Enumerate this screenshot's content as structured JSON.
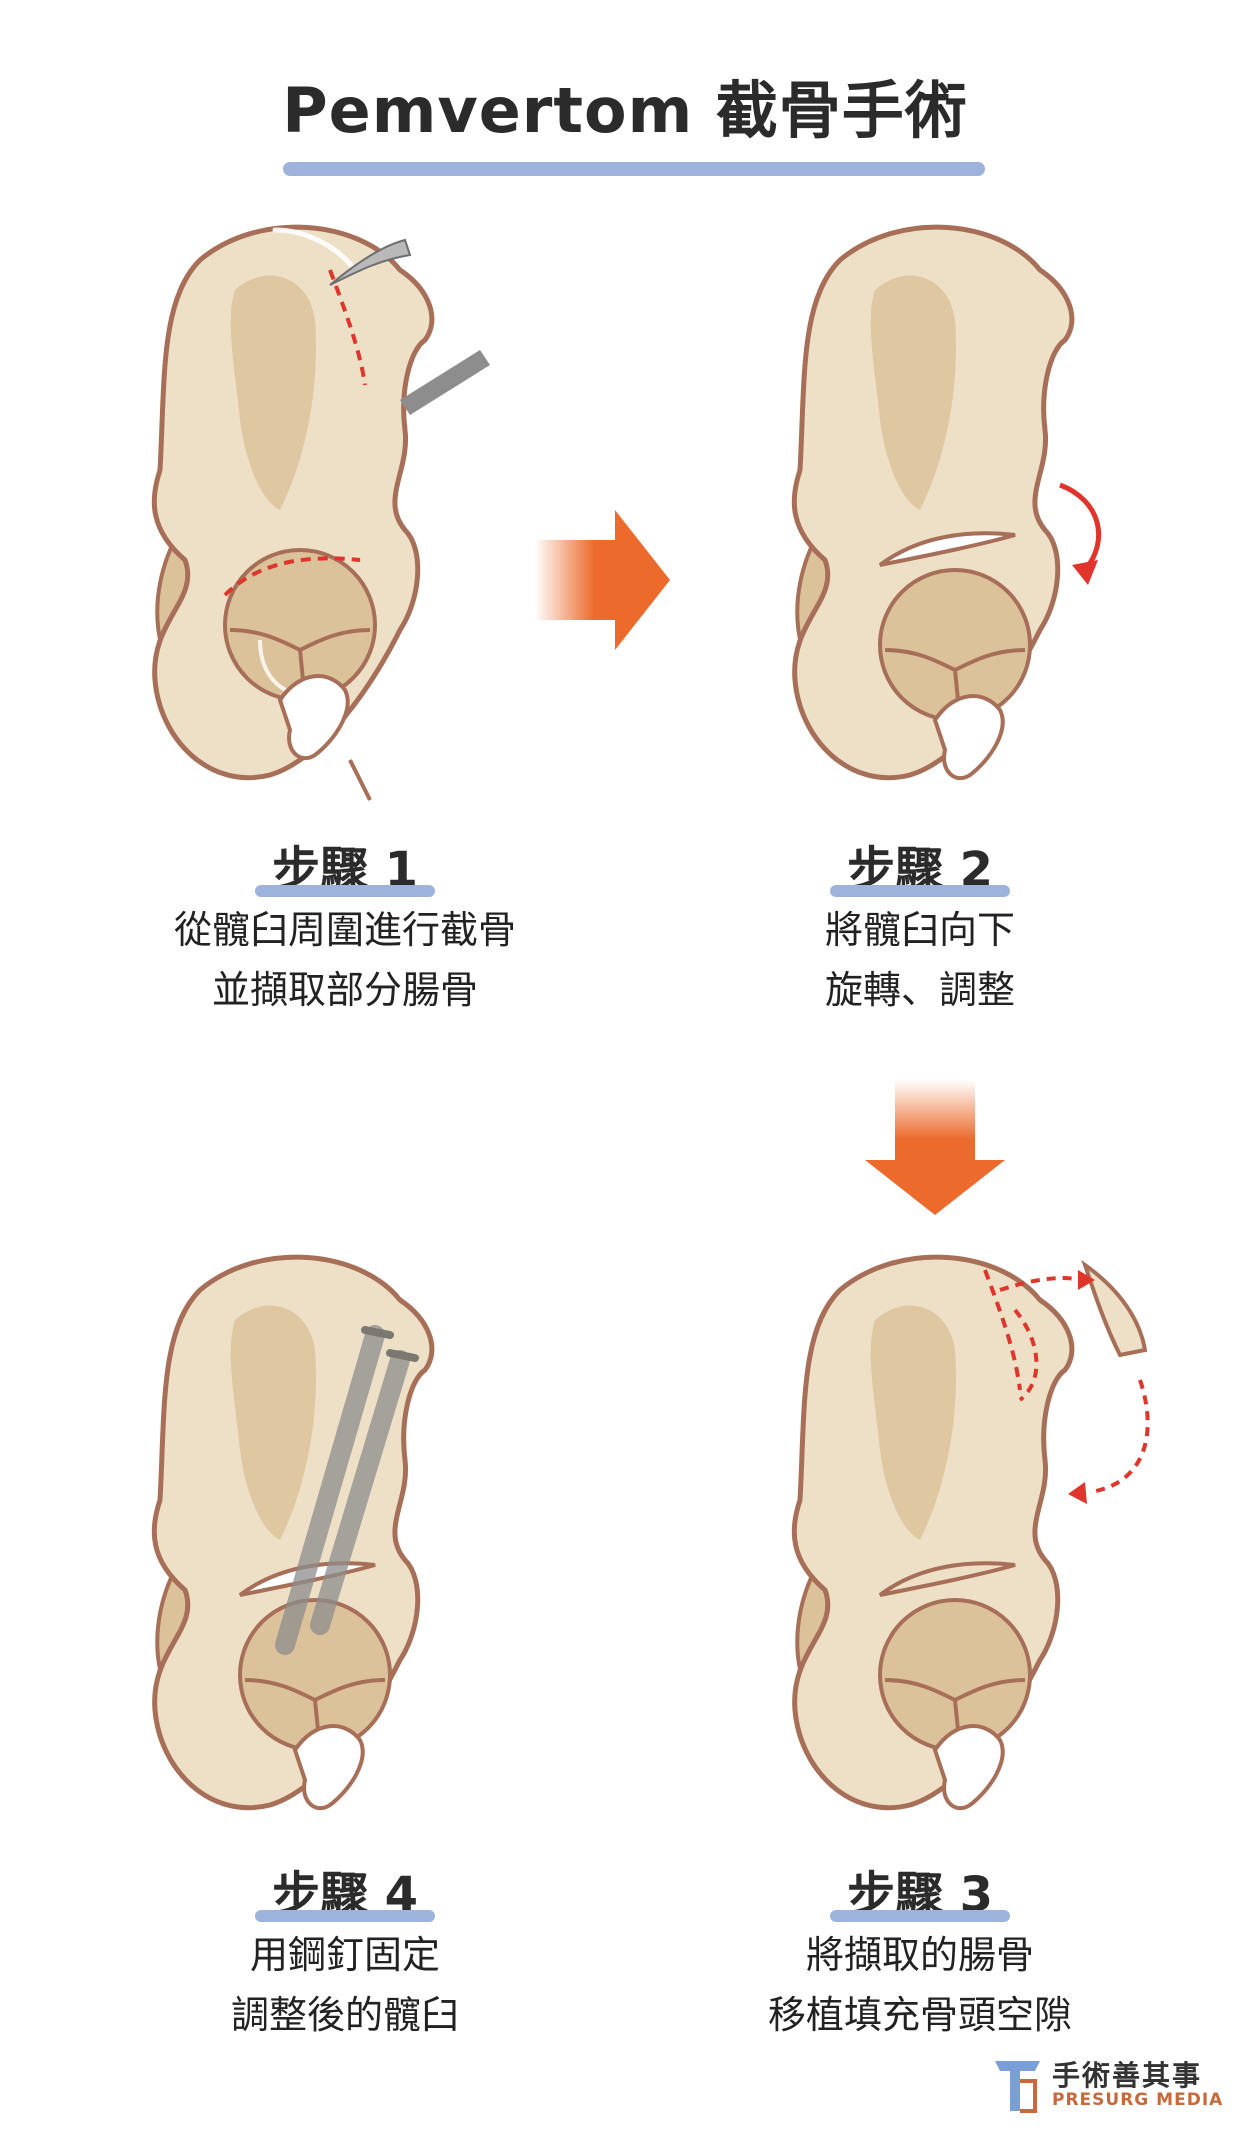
{
  "title": "Pemvertom 截骨手術",
  "steps": [
    {
      "label": "步驟 1",
      "lines": [
        "從髖臼周圍進行截骨",
        "並擷取部分腸骨"
      ]
    },
    {
      "label": "步驟 2",
      "lines": [
        "將髖臼向下",
        "旋轉、調整"
      ]
    },
    {
      "label": "步驟 3",
      "lines": [
        "將擷取的腸骨",
        "移植填充骨頭空隙"
      ]
    },
    {
      "label": "步驟 4",
      "lines": [
        "用鋼釘固定",
        "調整後的髖臼"
      ]
    }
  ],
  "logo": {
    "cn": "手術善其事",
    "en": "PRESURG MEDIA"
  },
  "colors": {
    "bone": "#ede0c6",
    "bone_shadow": "#dcc29b",
    "outline": "#a86f58",
    "accent_orange": "#ec6a2c",
    "cut_red": "#e0352b",
    "underline_blue": "#9db3dc"
  }
}
